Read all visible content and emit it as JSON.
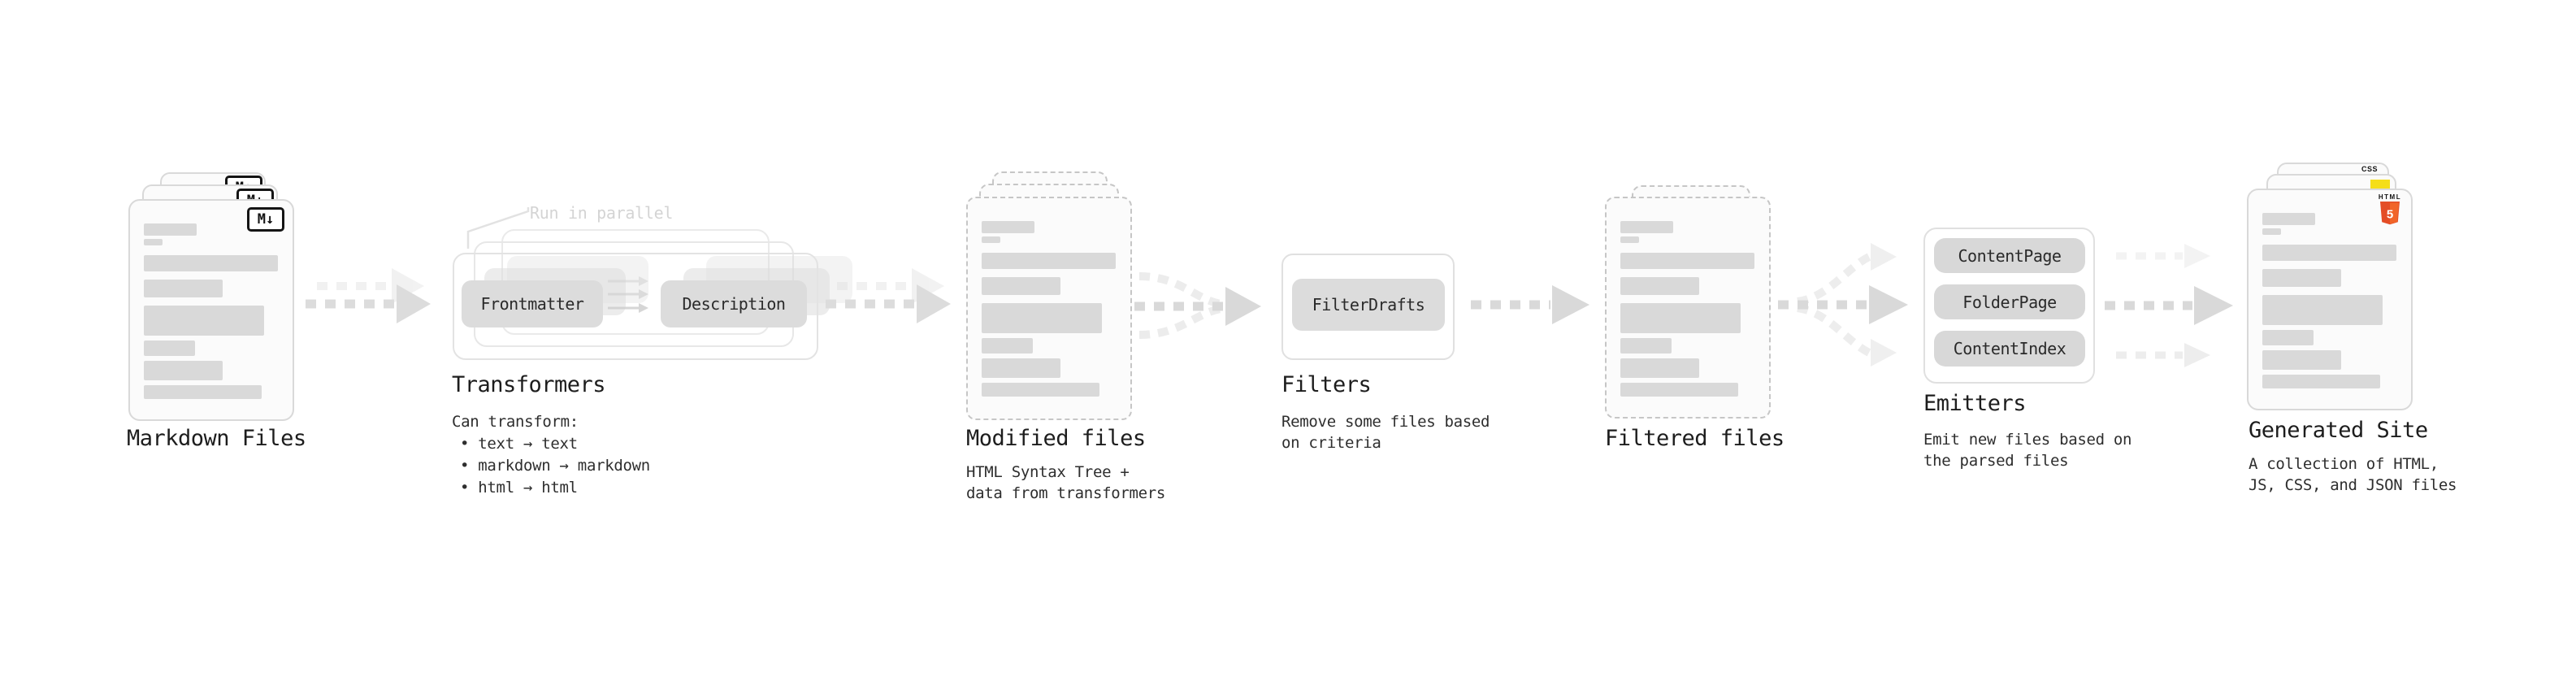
{
  "colors": {
    "html5-orange": "#e44d26",
    "html5-orange-light": "#f16529",
    "js-yellow": "#f5de19",
    "css-blue": "#2d53e8"
  },
  "stages": {
    "markdown": {
      "title": "Markdown Files",
      "icon_label": "M↓"
    },
    "transformers": {
      "annotation": "Run in parallel",
      "boxes": {
        "frontmatter": "Frontmatter",
        "description": "Description"
      },
      "title": "Transformers",
      "heading": "Can transform:",
      "bullets": [
        "• text → text",
        "• markdown → markdown",
        "• html → html"
      ]
    },
    "modified": {
      "title": "Modified files",
      "subtitle": "HTML Syntax Tree +\ndata from transformers"
    },
    "filters": {
      "title": "Filters",
      "box": "FilterDrafts",
      "subtitle": "Remove some files based\non criteria"
    },
    "filtered": {
      "title": "Filtered files"
    },
    "emitters": {
      "title": "Emitters",
      "boxes": [
        "ContentPage",
        "FolderPage",
        "ContentIndex"
      ],
      "subtitle": "Emit new files based on\nthe parsed files"
    },
    "generated": {
      "title": "Generated Site",
      "subtitle": "A collection of HTML,\nJS, CSS, and JSON files",
      "html_icon_label": "HTML",
      "html_icon_number": "5",
      "css_icon_label": "CSS"
    }
  }
}
